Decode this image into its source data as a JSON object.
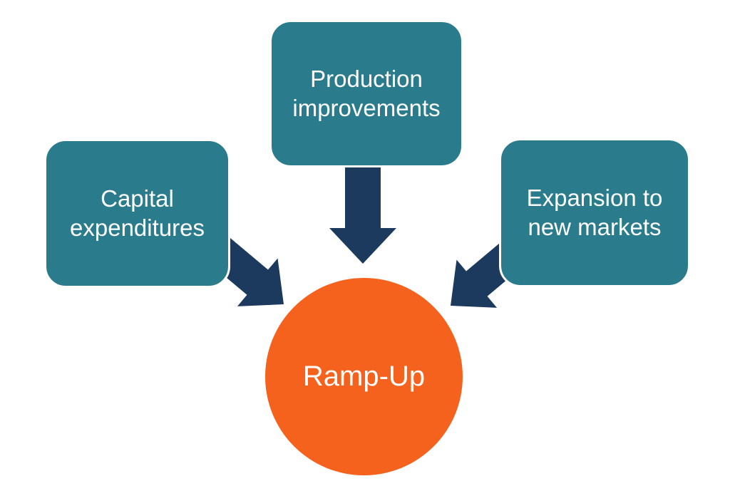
{
  "diagram": {
    "type": "converging-arrows",
    "hub": {
      "label": "Ramp-Up"
    },
    "factors": [
      {
        "id": "capital-expenditures",
        "label": "Capital\nexpenditures"
      },
      {
        "id": "production-improvements",
        "label": "Production\nimprovements"
      },
      {
        "id": "expansion-new-markets",
        "label": "Expansion to\nnew markets"
      }
    ]
  },
  "colors": {
    "box_teal": "#2A7C8D",
    "arrow_navy": "#1B3A5E",
    "hub_orange": "#F5621D",
    "text_white": "#FFFFFF",
    "background": "#FFFFFF"
  }
}
